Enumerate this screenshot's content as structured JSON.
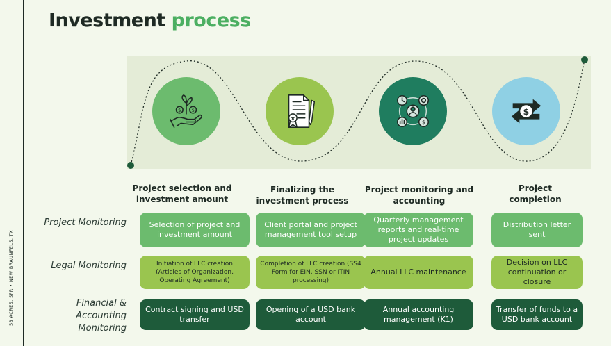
{
  "title": {
    "main": "Investment",
    "accent": "process"
  },
  "side_text": "58 ACRES, SFR • NEW BRAUNFELS, TX",
  "colors": {
    "dark_text": "#1e2a24",
    "accent_green": "#4caf62",
    "band": "#e4ecd7",
    "circle1": "#6cbb6e",
    "circle2": "#9ac54f",
    "circle3": "#1f7d5f",
    "circle4": "#8fd0e4",
    "row1": "#6cbb6e",
    "row2": "#9ac54f",
    "row3": "#1e5b3a"
  },
  "icons": [
    "money-plant-hand-icon",
    "contract-certificate-icon",
    "monitoring-analytics-icon",
    "money-exchange-icon"
  ],
  "columns": [
    {
      "heading": "Project selection and investment amount"
    },
    {
      "heading": "Finalizing the investment process"
    },
    {
      "heading": "Project monitoring and accounting"
    },
    {
      "heading": "Project completion"
    }
  ],
  "rows": [
    {
      "label": "Project Monitoring"
    },
    {
      "label": "Legal Monitoring"
    },
    {
      "label": "Financial & Accounting Monitoring"
    }
  ],
  "cells": [
    [
      "Selection of project and investment amount",
      "Client portal and project management tool setup",
      "Quarterly management reports and real-time project updates",
      "Distribution letter sent"
    ],
    [
      "Initiation of LLC creation (Articles of Organization, Operating Agreement)",
      "Completion of LLC creation (SS4 Form for EIN, SSN or ITIN processing)",
      "Annual LLC maintenance",
      "Decision on LLC continuation or closure"
    ],
    [
      "Contract signing and USD transfer",
      "Opening of a USD bank account",
      "Annual accounting management (K1)",
      "Transfer of funds to a USD bank account"
    ]
  ]
}
